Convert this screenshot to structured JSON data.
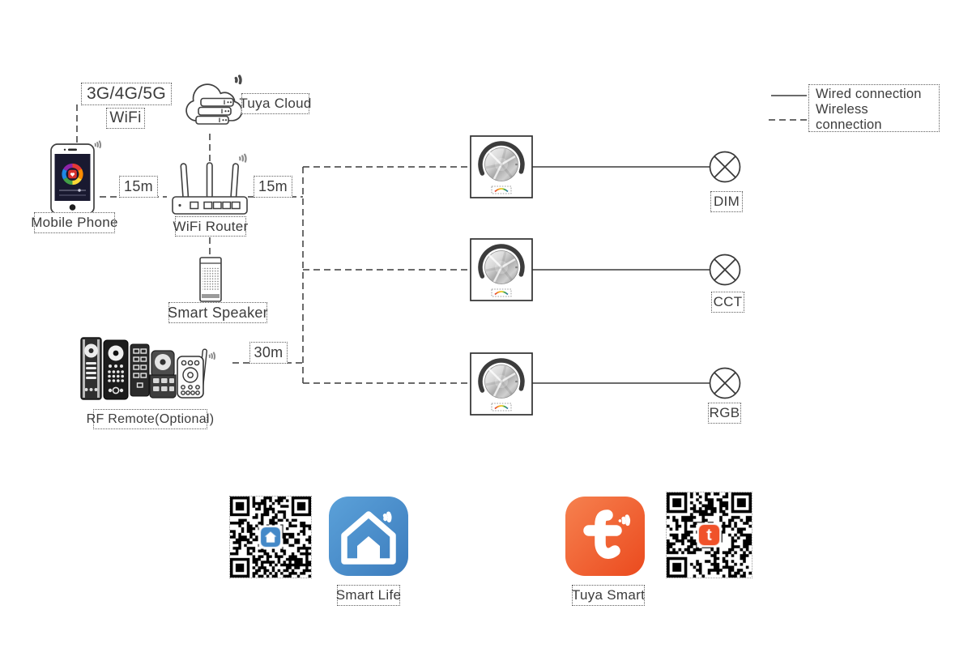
{
  "diagram": {
    "cellular_label": "3G/4G/5G",
    "wifi_label": "WiFi",
    "tuya_cloud_label": "Tuya Cloud",
    "mobile_phone_label": "Mobile Phone",
    "wifi_router_label": "WiFi Router",
    "smart_speaker_label": "Smart Speaker",
    "rf_remote_label": "RF Remote(Optional)",
    "distance_phone_router": "15m",
    "distance_router_receiver": "15m",
    "distance_remote_receiver": "30m",
    "lamp_labels": {
      "dim": "DIM",
      "cct": "CCT",
      "rgb": "RGB"
    }
  },
  "legend": {
    "wired_label": "Wired connection",
    "wireless_label": "Wireless connection"
  },
  "apps": {
    "smart_life_label": "Smart Life",
    "tuya_smart_label": "Tuya Smart"
  },
  "icons": {
    "qr_left": "qr-code-smart-life",
    "qr_right": "qr-code-tuya-smart"
  },
  "colors": {
    "line": "#3a3a3a",
    "smart_life_blue": "#4489c8",
    "tuya_orange": "#f0522a"
  }
}
